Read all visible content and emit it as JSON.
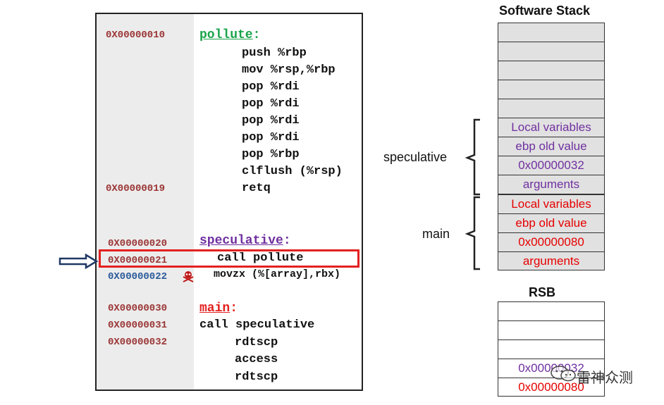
{
  "code": {
    "addresses": {
      "a10": "0X00000010",
      "a19": "0X00000019",
      "a20": "0X00000020",
      "a21": "0X00000021",
      "a22": "0X00000022",
      "a30": "0X00000030",
      "a31": "0X00000031",
      "a32": "0X00000032"
    },
    "labels": {
      "pollute": "pollute",
      "speculative": "speculative",
      "main": "main",
      "colon": ":"
    },
    "lines": {
      "push_rbp": "push %rbp",
      "mov_rsp_rbp": "mov %rsp,%rbp",
      "pop_rdi_1": "pop %rdi",
      "pop_rdi_2": "pop %rdi",
      "pop_rdi_3": "pop %rdi",
      "pop_rdi_4": "pop %rdi",
      "pop_rbp": "pop %rbp",
      "clflush": "clflush (%rsp)",
      "retq": "retq",
      "call_pollute": "call pollute",
      "movzx": "movzx (%[array],rbx)",
      "call_speculative": "call speculative",
      "rdtscp_1": "rdtscp",
      "access": "access",
      "rdtscp_2": "rdtscp"
    }
  },
  "software_stack": {
    "title": "Software Stack",
    "cells": [
      {
        "text": ""
      },
      {
        "text": ""
      },
      {
        "text": ""
      },
      {
        "text": ""
      },
      {
        "text": ""
      },
      {
        "text": "Local variables"
      },
      {
        "text": "ebp old value"
      },
      {
        "text": "0x00000032"
      },
      {
        "text": "arguments"
      },
      {
        "text": "Local variables"
      },
      {
        "text": "ebp old value"
      },
      {
        "text": "0x00000080"
      },
      {
        "text": "arguments"
      }
    ],
    "groups": {
      "speculative": "speculative",
      "main": "main"
    }
  },
  "rsb": {
    "title": "RSB",
    "cells": [
      {
        "text": ""
      },
      {
        "text": ""
      },
      {
        "text": ""
      },
      {
        "text": "0x00000032"
      },
      {
        "text": "0x00000080"
      }
    ]
  },
  "watermark": "雷神众测",
  "colors": {
    "pollute_label": "#1aa34a",
    "speculative_label": "#7030a0",
    "main_label": "#e32020",
    "purple_text": "#7030a0",
    "red_text": "#e60000",
    "address_red": "#9b3535",
    "address_blue": "#2a5a9a",
    "highlight": "#e32020",
    "arrow": "#1f3864"
  }
}
